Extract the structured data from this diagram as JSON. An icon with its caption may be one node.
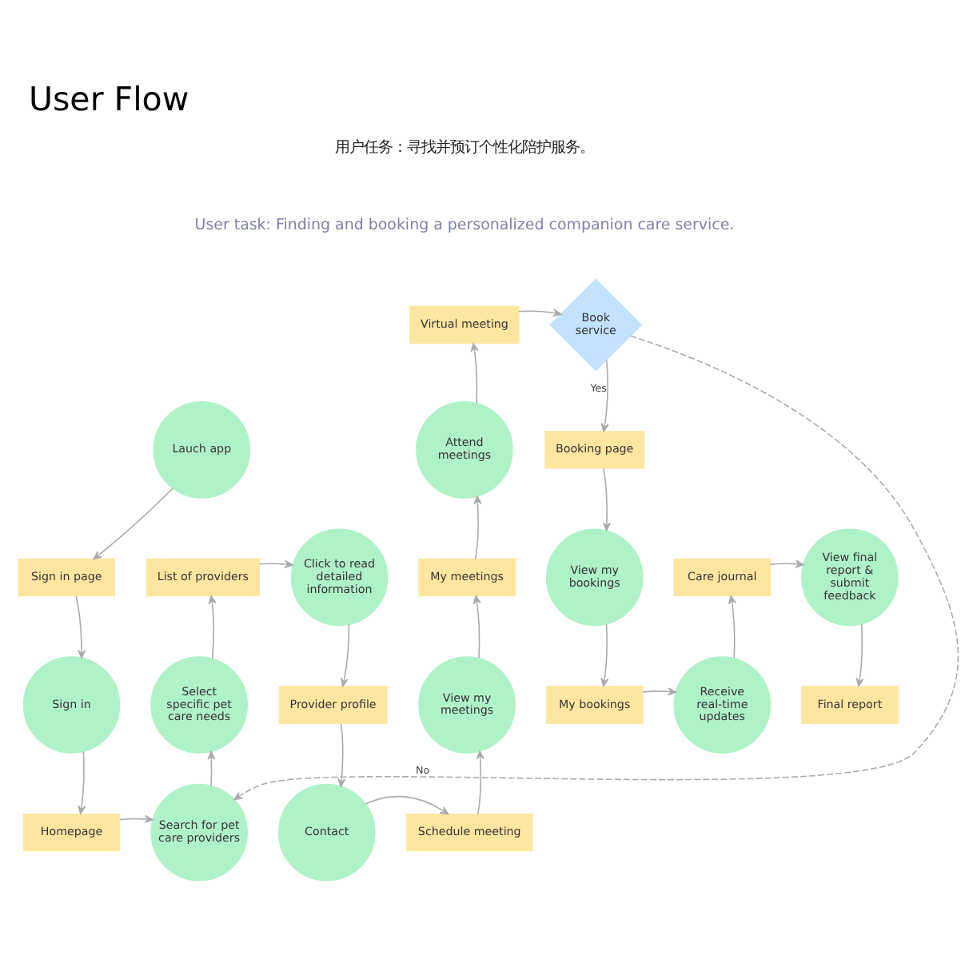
{
  "diagram": {
    "title": "User Flow",
    "nodes": [
      {
        "text": [
          "Lauch app"
        ]
      },
      {
        "text": [
          "Sign in page"
        ]
      },
      {
        "text": [
          "Sign in"
        ]
      },
      {
        "text": [
          "Homepage"
        ]
      },
      {
        "text": [
          "Search for pet care providers"
        ]
      },
      {
        "text": [
          "Select specific pet care needs"
        ]
      },
      {
        "text": [
          "List of providers"
        ]
      },
      {
        "text": [
          "Click to read detailed information"
        ]
      },
      {
        "text": [
          "Provider profile"
        ]
      },
      {
        "text": [
          "Contact"
        ]
      },
      {
        "text": [
          "Schedule meeting"
        ]
      },
      {
        "text": [
          "View my meetings"
        ]
      },
      {
        "text": [
          "My meetings"
        ]
      },
      {
        "text": [
          "Attend meetings"
        ]
      },
      {
        "text": [
          "Virtual meeting"
        ]
      },
      {
        "text": [
          "Book service"
        ]
      },
      {
        "text": [
          "Booking page"
        ]
      },
      {
        "text": [
          "View my bookings"
        ]
      },
      {
        "text": [
          "My bookings"
        ]
      },
      {
        "text": [
          "Receive real-time updates"
        ]
      },
      {
        "text": [
          "Care journal"
        ]
      },
      {
        "text": [
          "View final report & submit feedback"
        ]
      },
      {
        "text": [
          "Final report"
        ]
      }
    ],
    "edges": [
      {
        "from": 0,
        "to": 1,
        "arrow": "to"
      },
      {
        "from": 1,
        "to": 2,
        "arrow": "to"
      },
      {
        "from": 2,
        "to": 3,
        "arrow": "to"
      },
      {
        "from": 3,
        "to": 4,
        "arrow": "to"
      },
      {
        "from": 4,
        "to": 5,
        "arrow": "to"
      },
      {
        "from": 5,
        "to": 6,
        "arrow": "to"
      },
      {
        "from": 6,
        "to": 7,
        "arrow": "to"
      },
      {
        "from": 7,
        "to": 8,
        "arrow": "to"
      },
      {
        "from": 8,
        "to": 9,
        "arrow": "to"
      },
      {
        "from": 9,
        "to": 10,
        "arrow": "to"
      },
      {
        "from": 10,
        "to": 11,
        "arrow": "to"
      },
      {
        "from": 11,
        "to": 12,
        "arrow": "to"
      },
      {
        "from": 12,
        "to": 13,
        "arrow": "to"
      },
      {
        "from": 13,
        "to": 14,
        "arrow": "to"
      },
      {
        "from": 14,
        "to": 15,
        "arrow": "to"
      },
      {
        "from": 15,
        "to": 4,
        "arrow": "to",
        "label": "No",
        "style": "dashed"
      },
      {
        "from": 15,
        "to": 16,
        "arrow": "to",
        "label": "Yes"
      },
      {
        "from": 16,
        "to": 17,
        "arrow": "to"
      },
      {
        "from": 17,
        "to": 18,
        "arrow": "to"
      },
      {
        "from": 18,
        "to": 19,
        "arrow": "to"
      },
      {
        "from": 19,
        "to": 20,
        "arrow": "to"
      },
      {
        "from": 20,
        "to": 21,
        "arrow": "to"
      },
      {
        "from": 21,
        "to": 22,
        "arrow": "to"
      }
    ],
    "labels": [
      "用户任务：寻找并预订个性化陪护服务。",
      "User task: Finding and booking a personalized companion care service."
    ]
  }
}
